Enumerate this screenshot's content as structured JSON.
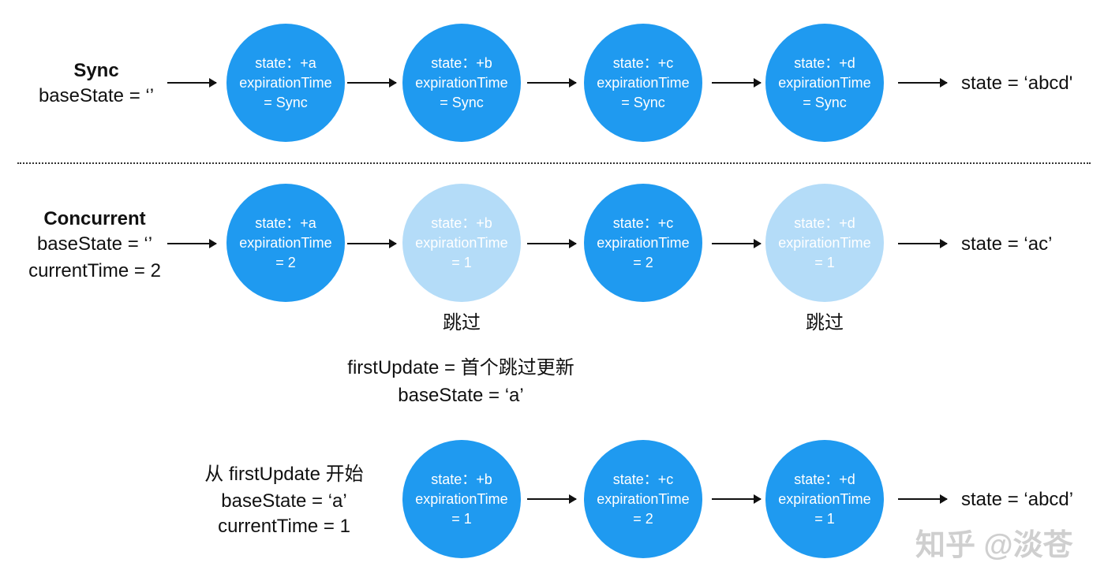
{
  "sync": {
    "title": "Sync",
    "base_state": "baseState = ‘’",
    "nodes": [
      {
        "state": "state：+a",
        "exp": "expirationTime",
        "val": "= Sync",
        "status": "processed"
      },
      {
        "state": "state：+b",
        "exp": "expirationTime",
        "val": "= Sync",
        "status": "processed"
      },
      {
        "state": "state：+c",
        "exp": "expirationTime",
        "val": "= Sync",
        "status": "processed"
      },
      {
        "state": "state：+d",
        "exp": "expirationTime",
        "val": "= Sync",
        "status": "processed"
      }
    ],
    "result": "state = ‘abcd'"
  },
  "concurrent": {
    "title": "Concurrent",
    "base_state": "baseState = ‘’",
    "current_time": "currentTime = 2",
    "nodes": [
      {
        "state": "state：+a",
        "exp": "expirationTime",
        "val": "= 2",
        "status": "processed"
      },
      {
        "state": "state：+b",
        "exp": "expirationTime",
        "val": "= 1",
        "status": "skipped"
      },
      {
        "state": "state：+c",
        "exp": "expirationTime",
        "val": "= 2",
        "status": "processed"
      },
      {
        "state": "state：+d",
        "exp": "expirationTime",
        "val": "= 1",
        "status": "skipped"
      }
    ],
    "skip_label_b": "跳过",
    "skip_label_d": "跳过",
    "result": "state = ‘ac’"
  },
  "note": {
    "first_update": "firstUpdate = 首个跳过更新",
    "base_state": "baseState = ‘a’"
  },
  "rerun": {
    "start": "从 firstUpdate 开始",
    "base_state": "baseState = ‘a’",
    "current_time": "currentTime = 1",
    "nodes": [
      {
        "state": "state：+b",
        "exp": "expirationTime",
        "val": "= 1",
        "status": "processed"
      },
      {
        "state": "state：+c",
        "exp": "expirationTime",
        "val": "= 2",
        "status": "processed"
      },
      {
        "state": "state：+d",
        "exp": "expirationTime",
        "val": "= 1",
        "status": "processed"
      }
    ],
    "result": "state = ‘abcd’"
  },
  "watermark": "知乎 @淡苍",
  "colors": {
    "active": "#1f9af0",
    "skipped": "#b4dcf8"
  }
}
